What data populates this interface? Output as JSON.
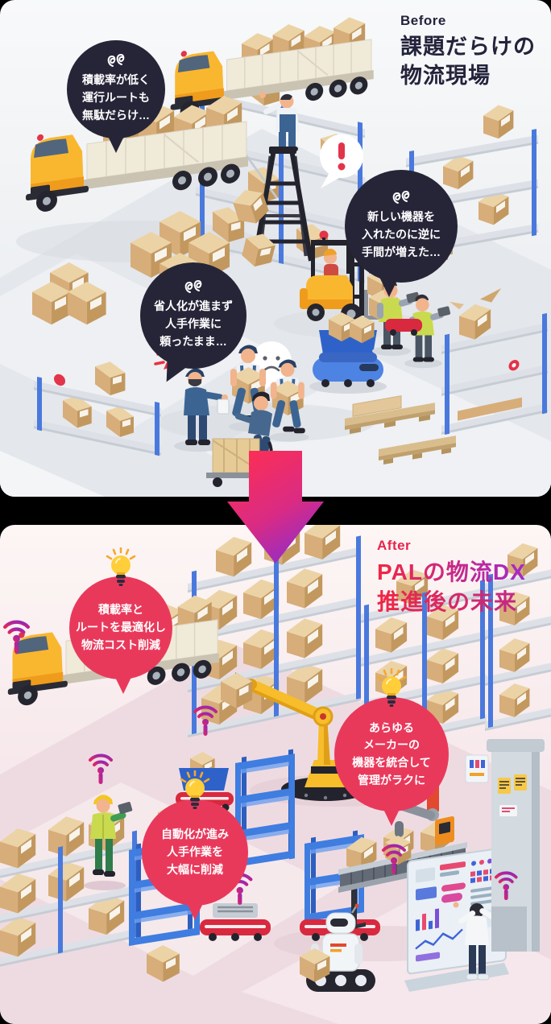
{
  "colors": {
    "page_background": "#000000",
    "before_card_background": "#eef0f3",
    "after_card_background": "#f7e9ec",
    "dark_bubble": "#262538",
    "red_bubble": "#e9395b",
    "before_title": "#23233b",
    "after_label": "#e8234c",
    "title_gradient_start": "#ee2746",
    "title_gradient_end": "#a52bc4",
    "arrow_gradient_start": "#fb2e57",
    "arrow_gradient_end": "#8c2ccd"
  },
  "before": {
    "label": "Before",
    "title_lines": [
      "課題だらけの",
      "物流現場"
    ],
    "bubbles": [
      {
        "lines": [
          "積載率が低く",
          "運行ルートも",
          "無駄だらけ…"
        ]
      },
      {
        "lines": [
          "新しい機器を",
          "入れたのに逆に",
          "手間が増えた…"
        ]
      },
      {
        "lines": [
          "省人化が進まず",
          "人手作業に",
          "頼ったまま…"
        ]
      }
    ]
  },
  "after": {
    "label": "After",
    "title_lines": [
      "PALの物流DX",
      "推進後の未来"
    ],
    "bubbles": [
      {
        "lines": [
          "積載率と",
          "ルートを最適化し",
          "物流コスト削減"
        ]
      },
      {
        "lines": [
          "あらゆる",
          "メーカーの",
          "機器を統合して",
          "管理がラクに"
        ]
      },
      {
        "lines": [
          "自動化が進み",
          "人手作業を",
          "大幅に削減"
        ]
      }
    ]
  }
}
